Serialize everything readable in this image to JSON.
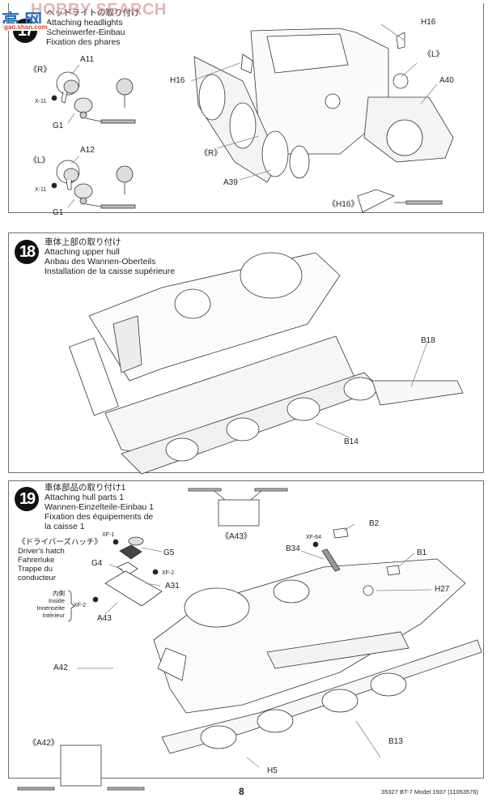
{
  "watermark": {
    "brand": "HOBBY SEARCH",
    "chars": "高 网",
    "url": "gao.shan.com"
  },
  "step17": {
    "number": "17",
    "titles": [
      "ヘッドライトの取り付け",
      "Attaching headlights",
      "Scheinwerfer-Einbau",
      "Fixation des phares"
    ],
    "labels": {
      "right_variant": "《R》",
      "left_variant": "《L》",
      "a11": "A11",
      "a12": "A12",
      "g1_top": "G1",
      "g1_bottom": "G1",
      "x11_top": "X-11",
      "x11_bottom": "X-11",
      "h16_top": "H16",
      "h16_left": "H16",
      "l_callout": "《L》",
      "a40": "A40",
      "r_callout": "《R》",
      "a39": "A39",
      "h16_detail": "《H16》"
    }
  },
  "step18": {
    "number": "18",
    "titles": [
      "車体上部の取り付け",
      "Attaching upper hull",
      "Anbau des Wannen-Oberteils",
      "Installation de la caisse supérieure"
    ],
    "labels": {
      "b18": "B18",
      "b14": "B14"
    }
  },
  "step19": {
    "number": "19",
    "titles": [
      "車体部品の取り付け1",
      "Attaching hull parts 1",
      "Wannen-Einzelteile-Einbau 1",
      "Fixation des équipements de",
      "la caisse 1"
    ],
    "drivers_hatch": [
      "《ドライバーズハッチ》",
      "Driver's hatch",
      "Fahrerluke",
      "Trappe du",
      "conducteur"
    ],
    "inside_note": [
      "内側",
      "Inside",
      "Innenseite",
      "Intérieur"
    ],
    "labels": {
      "xf1": "XF-1",
      "g5": "G5",
      "g4": "G4",
      "xf2_right": "XF-2",
      "a31": "A31",
      "xf2_left": "XF-2",
      "a43": "A43",
      "a43_detail": "《A43》",
      "b2": "B2",
      "xf64": "XF-64",
      "b34": "B34",
      "b1": "B1",
      "h27": "H27",
      "a42": "A42",
      "a42_detail": "《A42》",
      "b13": "B13",
      "h5": "H5"
    }
  },
  "footer": {
    "page_number": "8",
    "product_code": "35327  BT-7 Model 1937 (11053576)"
  }
}
